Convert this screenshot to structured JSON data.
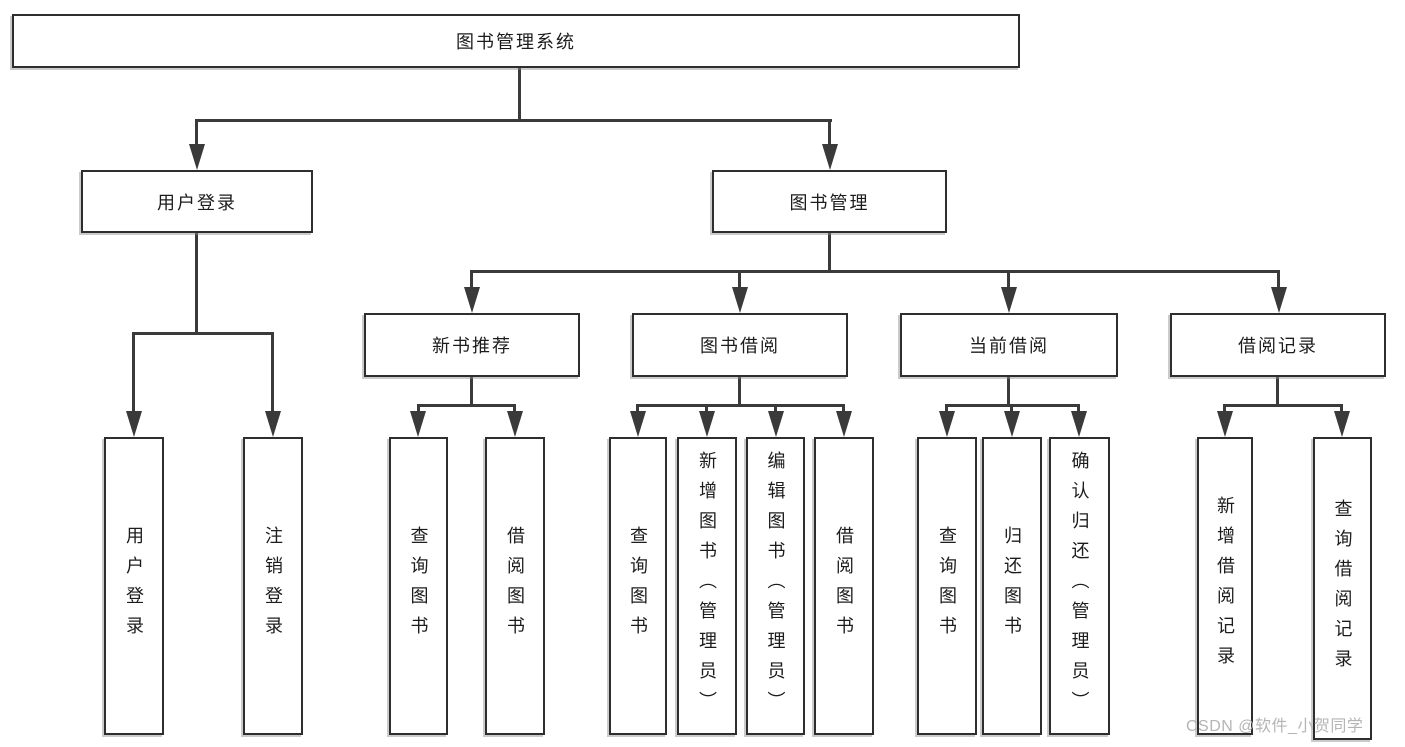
{
  "tree": {
    "root": {
      "label": "图书管理系统"
    },
    "children": [
      {
        "label": "用户登录",
        "children": [
          {
            "label": "用户登录"
          },
          {
            "label": "注销登录"
          }
        ]
      },
      {
        "label": "图书管理",
        "children": [
          {
            "label": "新书推荐",
            "children": [
              {
                "label": "查询图书"
              },
              {
                "label": "借阅图书"
              }
            ]
          },
          {
            "label": "图书借阅",
            "children": [
              {
                "label": "查询图书"
              },
              {
                "label": "新增图书（管理员）"
              },
              {
                "label": "编辑图书（管理员）"
              },
              {
                "label": "借阅图书"
              }
            ]
          },
          {
            "label": "当前借阅",
            "children": [
              {
                "label": "查询图书"
              },
              {
                "label": "归还图书"
              },
              {
                "label": "确认归还（管理员）"
              }
            ]
          },
          {
            "label": "借阅记录",
            "children": [
              {
                "label": "新增借阅记录"
              },
              {
                "label": "查询借阅记录"
              }
            ]
          }
        ]
      }
    ]
  },
  "watermark": {
    "text": "CSDN @软件_小贺同学"
  },
  "colors": {
    "line": "#3a3a3a",
    "border": "#2e2e2e",
    "text": "#1c1c1c",
    "watermark": "#b5b5b5",
    "background": "#ffffff"
  }
}
